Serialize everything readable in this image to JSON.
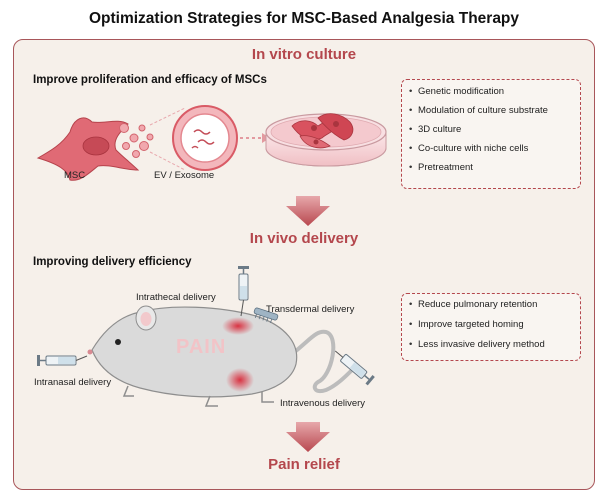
{
  "title": "Optimization Strategies for MSC-Based Analgesia Therapy",
  "in_vitro": {
    "heading": "In vitro culture",
    "subheading": "Improve proliferation and efficacy of MSCs",
    "msc_label": "MSC",
    "ev_label": "EV / Exosome",
    "strategies": [
      "Genetic modification",
      "Modulation of culture substrate",
      "3D culture",
      "Co-culture with niche cells",
      "Pretreatment"
    ]
  },
  "in_vivo": {
    "heading": "In vivo delivery",
    "subheading": "Improving delivery efficiency",
    "routes": {
      "intrathecal": "Intrathecal delivery",
      "transdermal": "Transdermal delivery",
      "intranasal": "Intranasal delivery",
      "intravenous": "Intravenous delivery"
    },
    "pain_label": "PAIN",
    "goals": [
      "Reduce pulmonary retention",
      "Improve targeted homing",
      "Less invasive delivery method"
    ]
  },
  "outcome": {
    "heading": "Pain relief"
  },
  "colors": {
    "accent": "#b4474d",
    "panel": "#f6f0ea",
    "cell": "#dd6b75",
    "mouse": "#d9d9d9",
    "arrow": "#c9676c"
  }
}
